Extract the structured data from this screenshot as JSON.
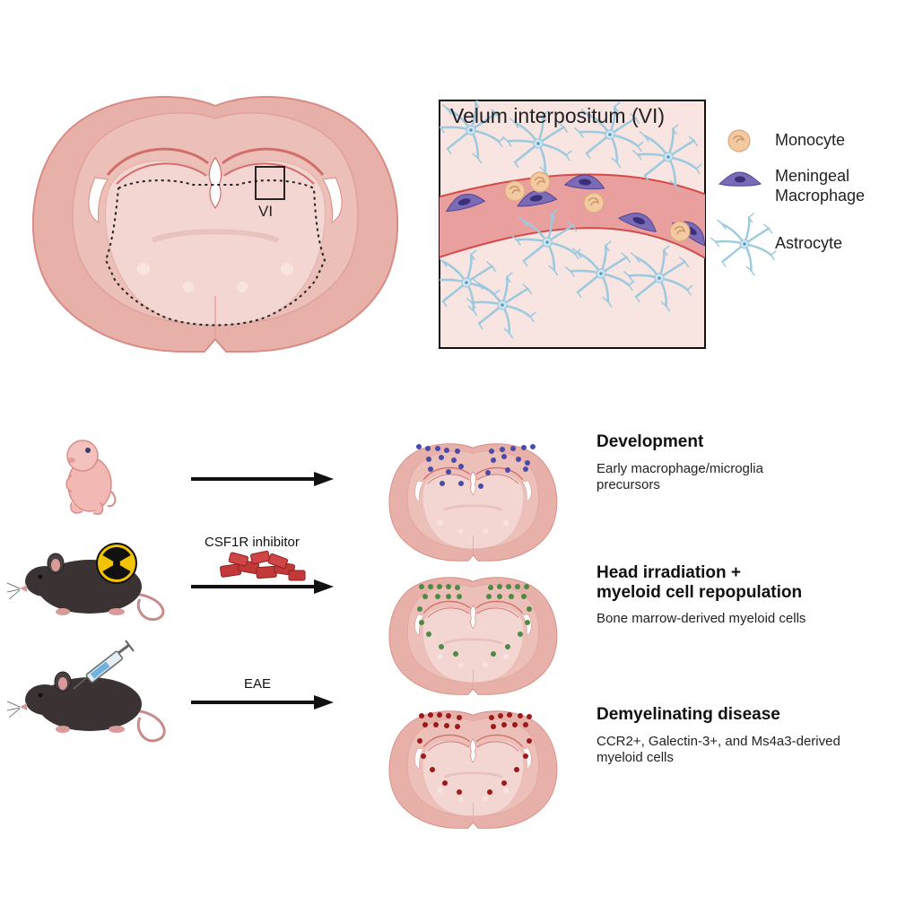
{
  "top": {
    "vi_label": "VI",
    "inset_title": "Velum interpositum (VI)"
  },
  "legend": [
    {
      "label": "Monocyte",
      "icon": "monocyte-icon"
    },
    {
      "label": "Meningeal\nMacrophage",
      "icon": "macrophage-icon"
    },
    {
      "label": "Astrocyte",
      "icon": "astrocyte-icon"
    }
  ],
  "colors": {
    "brain_outer": "#e7b0a9",
    "brain_inner": "#f3d6d1",
    "vessel": "#ea9f9f",
    "vessel_edge": "#d24a4a",
    "monocyte": "#f2c9a0",
    "macrophage": "#7b6bb7",
    "astrocyte": "#9bc9de",
    "dots_development": "#4a4aa8",
    "dots_irradiation": "#4d8a44",
    "dots_disease": "#9b1a1a"
  },
  "rows": [
    {
      "arrow_label": "",
      "title": "Development",
      "description": "Early macrophage/microglia\nprecursors"
    },
    {
      "arrow_label": "CSF1R inhibitor",
      "title": "Head irradiation +\nmyeloid cell repopulation",
      "description": "Bone marrow-derived myeloid cells"
    },
    {
      "arrow_label": "EAE",
      "title": "Demyelinating disease",
      "description": "CCR2+, Galectin-3+, and Ms4a3-derived\nmyeloid cells"
    }
  ]
}
